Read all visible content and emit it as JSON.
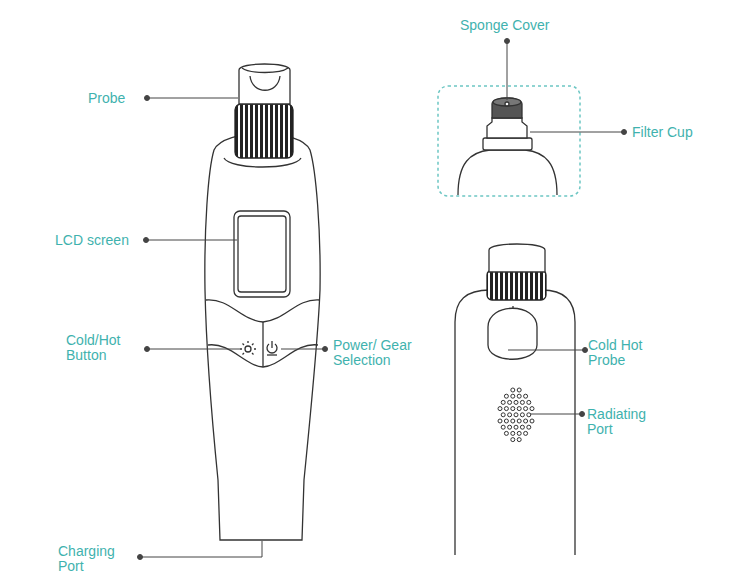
{
  "diagram": {
    "labels": [
      "Sponge Cover",
      "Filter Cup",
      "Probe",
      "LCD screen",
      "Cold/Hot Button",
      "Power/ Gear Selection",
      "Cold Hot Probe",
      "Radiating Port",
      "Charging Port"
    ]
  }
}
